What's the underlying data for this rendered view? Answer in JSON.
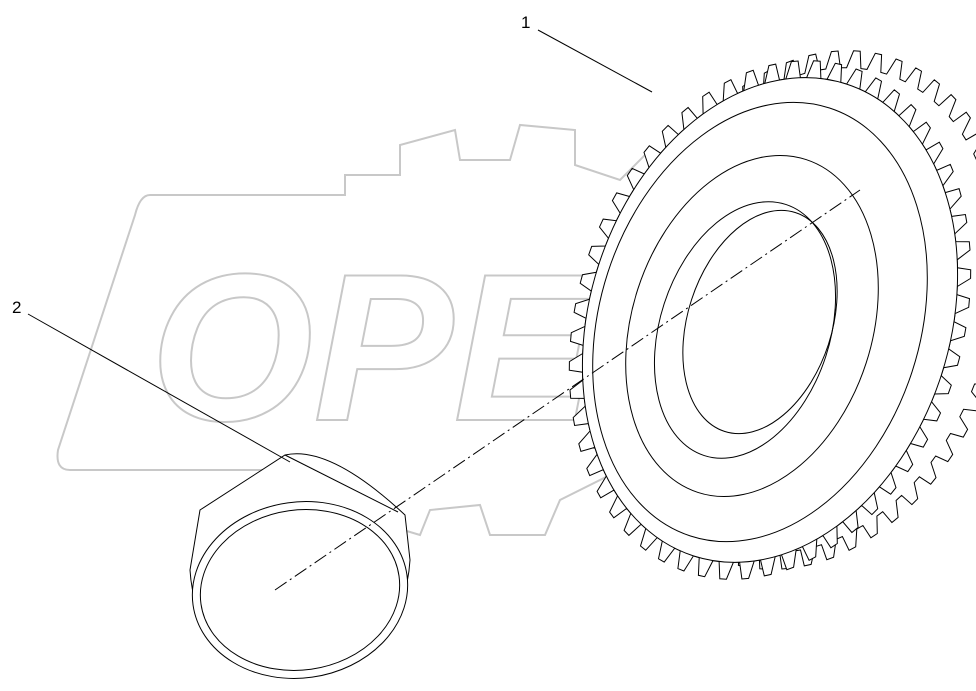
{
  "diagram": {
    "watermark": "OPEX",
    "callouts": [
      {
        "label": "1",
        "part": "gear"
      },
      {
        "label": "2",
        "part": "bushing"
      }
    ],
    "colors": {
      "line": "#000000",
      "watermark": "#c8c8c8"
    }
  }
}
